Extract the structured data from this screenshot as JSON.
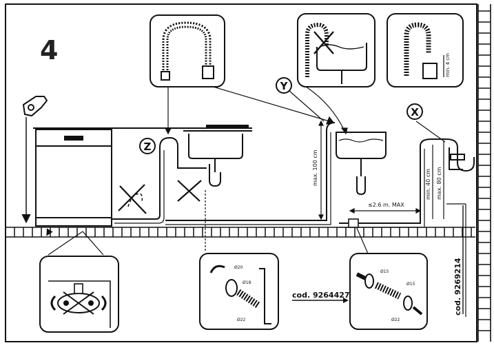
{
  "figure": {
    "step_number": "4",
    "callouts": {
      "x": "X",
      "y": "Y",
      "z": "Z"
    },
    "codes": {
      "hose_code_horizontal": "cod. 9264427",
      "hose_code_vertical": "cod. 9269214"
    },
    "dimensions": {
      "max_height_cm": "max. 100 cm",
      "min_height_40": "min. 40 cm",
      "max_height_80": "max. 80 cm",
      "length_max": "≤2.6 m. MAX",
      "min_4cm": "min. 4 cm"
    },
    "diameters": {
      "d1": "Ø18",
      "d2": "Ø15",
      "d3": "Ø20",
      "d4": "Ø22",
      "d5": "Ø15",
      "d6": "Ø22"
    }
  }
}
